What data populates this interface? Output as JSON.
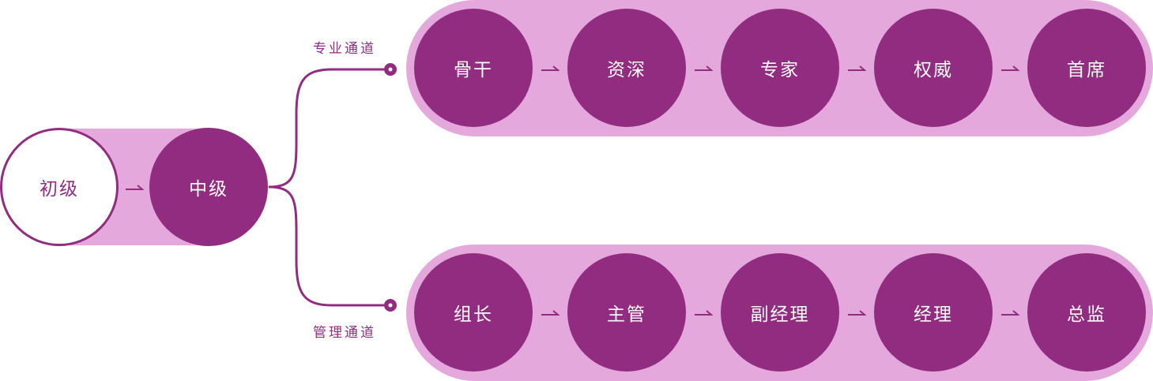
{
  "colors": {
    "primary": "#922c80",
    "pill": "#e4a8dc",
    "background": "#ffffff"
  },
  "start": {
    "junior": "初级",
    "middle": "中级"
  },
  "professional": {
    "label": "专业通道",
    "steps": [
      "骨干",
      "资深",
      "专家",
      "权威",
      "首席"
    ]
  },
  "management": {
    "label": "管理通道",
    "steps": [
      "组长",
      "主管",
      "副经理",
      "经理",
      "总监"
    ]
  }
}
